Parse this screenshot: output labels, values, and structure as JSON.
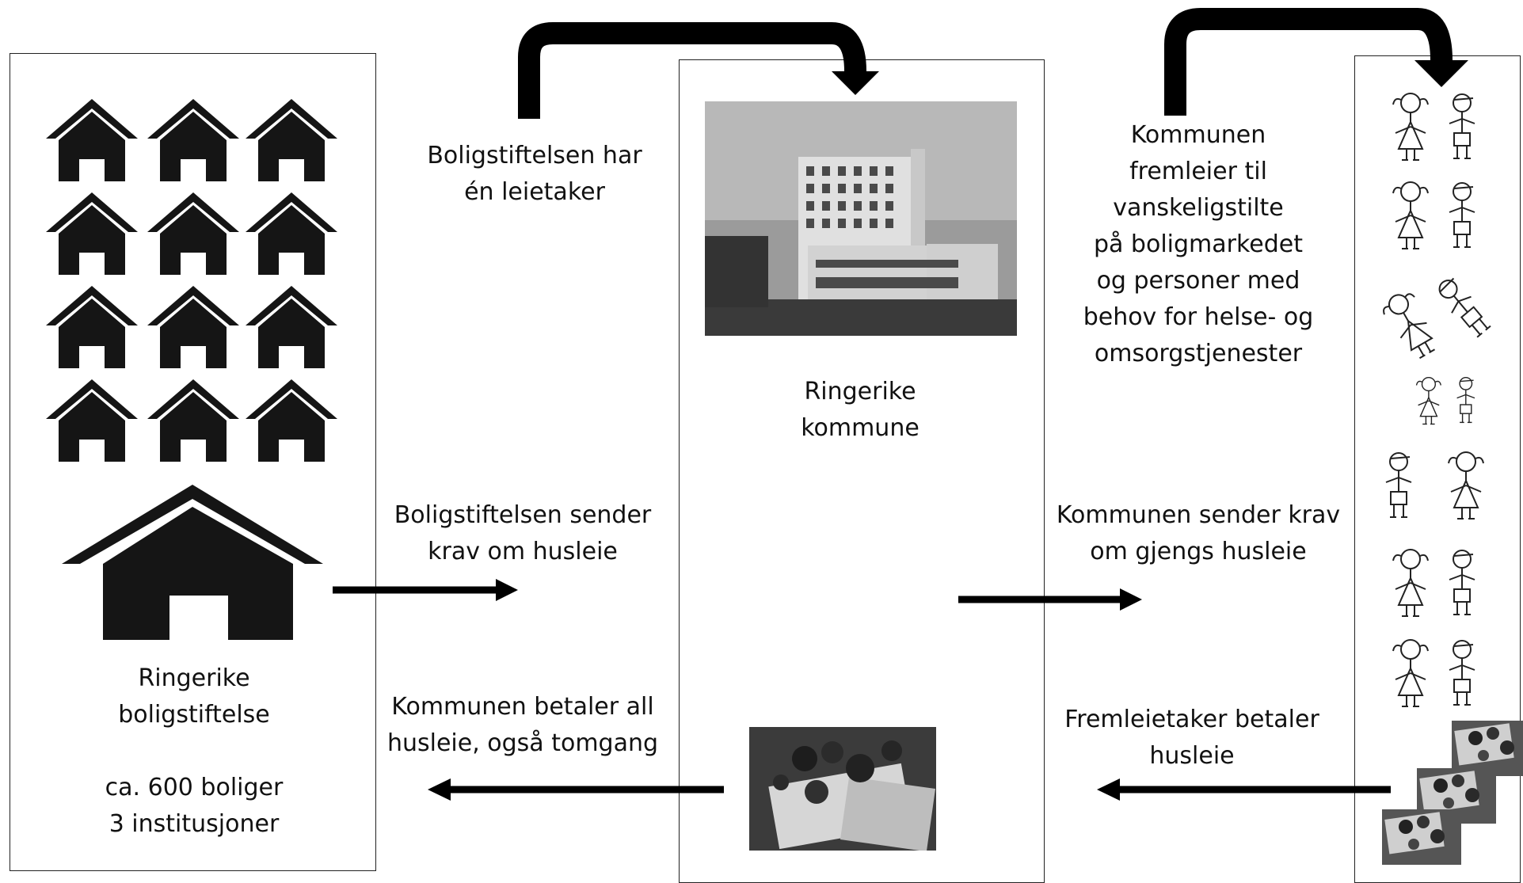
{
  "colors": {
    "ink": "#111111",
    "box_border": "#222222",
    "background": "#ffffff"
  },
  "icons": {
    "house": "house-icon",
    "people": "stick-figure-icon",
    "money": "money-icon",
    "building": "town-hall-photo"
  },
  "left_box": {
    "title_line1": "Ringerike",
    "title_line2": "boligstiftelse",
    "count_line1": "ca. 600 boliger",
    "count_line2": "3 institusjoner"
  },
  "middle_box": {
    "title_line1": "Ringerike",
    "title_line2": "kommune"
  },
  "flows": {
    "top_left_line1": "Boligstiftelsen har",
    "top_left_line2": "én leietaker",
    "rent_claim_line1": "Boligstiftelsen sender",
    "rent_claim_line2": "krav om husleie",
    "payment_line1": "Kommunen betaler all",
    "payment_line2": "husleie, også tomgang",
    "sublet_line1": "Kommunen",
    "sublet_line2": "fremleier til",
    "sublet_line3": "vanskeligstilte",
    "sublet_line4": "på boligmarkedet",
    "sublet_line5": "og personer med",
    "sublet_line6": "behov for helse- og",
    "sublet_line7": "omsorgstjenester",
    "municipal_claim_line1": "Kommunen sender krav",
    "municipal_claim_line2": "om gjengs husleie",
    "tenant_pays_line1": "Fremleietaker betaler",
    "tenant_pays_line2": "husleie"
  }
}
